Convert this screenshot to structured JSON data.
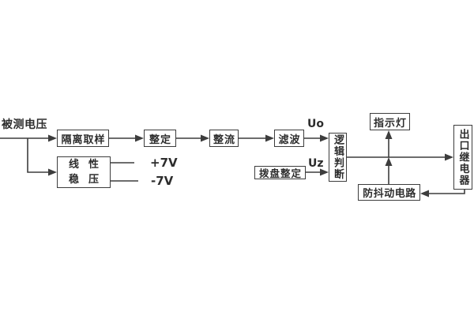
{
  "diagram": {
    "input": {
      "label": "被测电压"
    },
    "main_chain": {
      "isolation": "隔离取样",
      "setting": "整定",
      "rectifier": "整流",
      "filter": "滤波",
      "uo_label": "Uo"
    },
    "threshold": {
      "dial": "拨盘整定",
      "uz_label": "Uz"
    },
    "logic": {
      "label": "逻辑判断"
    },
    "outputs": {
      "indicator": "指示灯",
      "relay": "出口继电器",
      "debounce": "防抖动电路"
    },
    "power": {
      "regulator_row1": "线性",
      "regulator_row2": "稳压",
      "positive_rail": "+7V",
      "negative_rail": "-7V"
    },
    "colors": {
      "line": "#3d3d3d",
      "text": "#2d2d2d",
      "background": "#ffffff"
    }
  }
}
